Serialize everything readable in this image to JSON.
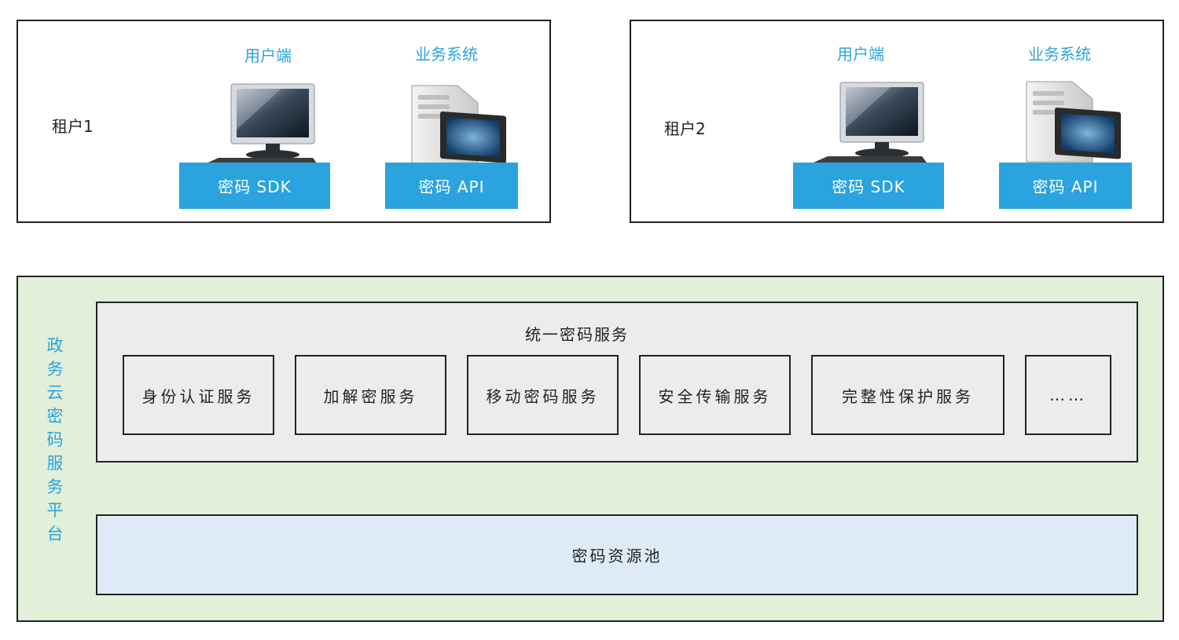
{
  "tenants": [
    {
      "name": "租户1",
      "client_label": "用户端",
      "system_label": "业务系统",
      "sdk_label": "密码 SDK",
      "api_label": "密码 API"
    },
    {
      "name": "租户2",
      "client_label": "用户端",
      "system_label": "业务系统",
      "sdk_label": "密码 SDK",
      "api_label": "密码 API"
    }
  ],
  "platform": {
    "label": "政务云密码服务平台",
    "unified_service": {
      "title": "统一密码服务",
      "services": [
        "身份认证服务",
        "加解密服务",
        "移动密码服务",
        "安全传输服务",
        "完整性保护服务",
        "……"
      ]
    },
    "resource_pool": "密码资源池"
  },
  "colors": {
    "accent_blue": "#2aa3de",
    "platform_bg": "#e2efd9",
    "service_bg": "#ececec",
    "pool_bg": "#deebf6"
  }
}
